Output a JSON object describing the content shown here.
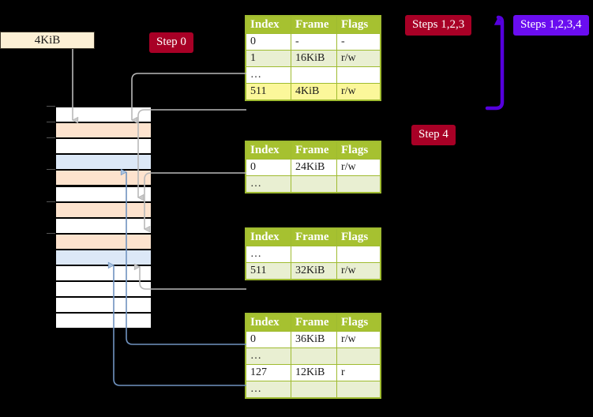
{
  "labels": {
    "size_box": "4KiB",
    "step0": "Step 0",
    "steps123": "Steps 1,2,3",
    "steps1234": "Steps 1,2,3,4",
    "step4": "Step 4"
  },
  "colors": {
    "badge_red": "#a80026",
    "badge_violet": "#6a0df0",
    "table_header": "#a6c130",
    "table_alt_row": "#e9efd2",
    "highlight": "#fbf79a",
    "mem_orange": "#fde3ce",
    "mem_blue": "#dce8f7",
    "box_cream": "#fdf0d5",
    "wire_grey": "#b9b9b9",
    "wire_blue": "#7093c0",
    "arrow_violet": "#5500dd"
  },
  "tables": [
    {
      "name": "pml4-table",
      "headers": [
        "Index",
        "Frame",
        "Flags"
      ],
      "rows": [
        {
          "cells": [
            "0",
            "-",
            "-"
          ],
          "alt": false,
          "highlight": []
        },
        {
          "cells": [
            "1",
            "16KiB",
            "r/w"
          ],
          "alt": true,
          "highlight": []
        },
        {
          "cells": [
            "…",
            "",
            ""
          ],
          "alt": false,
          "highlight": []
        },
        {
          "cells": [
            "511",
            "4KiB",
            "r/w"
          ],
          "alt": true,
          "highlight": [
            0,
            1,
            2
          ]
        }
      ]
    },
    {
      "name": "pdp-table",
      "headers": [
        "Index",
        "Frame",
        "Flags"
      ],
      "rows": [
        {
          "cells": [
            "0",
            "24KiB",
            "r/w"
          ],
          "alt": false,
          "highlight": []
        },
        {
          "cells": [
            "…",
            "",
            ""
          ],
          "alt": true,
          "highlight": []
        }
      ]
    },
    {
      "name": "pd-table",
      "headers": [
        "Index",
        "Frame",
        "Flags"
      ],
      "rows": [
        {
          "cells": [
            "…",
            "",
            ""
          ],
          "alt": false,
          "highlight": []
        },
        {
          "cells": [
            "511",
            "32KiB",
            "r/w"
          ],
          "alt": true,
          "highlight": []
        }
      ]
    },
    {
      "name": "pt-table",
      "headers": [
        "Index",
        "Frame",
        "Flags"
      ],
      "rows": [
        {
          "cells": [
            "0",
            "36KiB",
            "r/w"
          ],
          "alt": false,
          "highlight": []
        },
        {
          "cells": [
            "…",
            "",
            ""
          ],
          "alt": true,
          "highlight": []
        },
        {
          "cells": [
            "127",
            "12KiB",
            "r"
          ],
          "alt": false,
          "highlight": []
        },
        {
          "cells": [
            "…",
            "",
            ""
          ],
          "alt": true,
          "highlight": []
        }
      ]
    }
  ],
  "memory_rows": [
    {
      "fill": "white"
    },
    {
      "fill": "orange"
    },
    {
      "fill": "white"
    },
    {
      "fill": "blue"
    },
    {
      "fill": "orange"
    },
    {
      "fill": "white"
    },
    {
      "fill": "orange"
    },
    {
      "fill": "white"
    },
    {
      "fill": "orange"
    },
    {
      "fill": "blue"
    },
    {
      "fill": "white"
    },
    {
      "fill": "white"
    },
    {
      "fill": "white"
    },
    {
      "fill": "white"
    }
  ]
}
